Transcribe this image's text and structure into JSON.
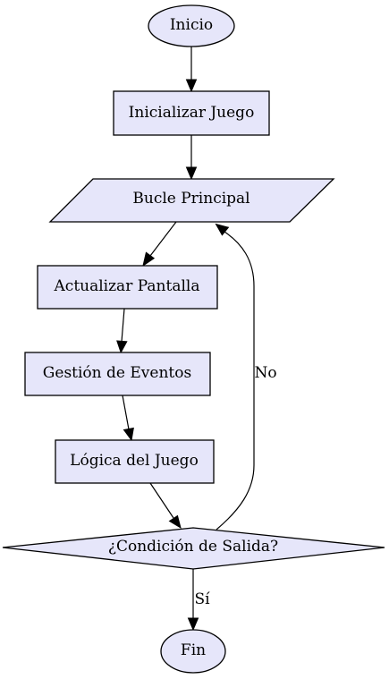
{
  "colors": {
    "node_fill": "#e6e6fa",
    "stroke": "#000000",
    "background": "#ffffff"
  },
  "nodes": {
    "inicio": "Inicio",
    "inicializar": "Inicializar Juego",
    "bucle": "Bucle Principal",
    "actualizar": "Actualizar Pantalla",
    "gestion": "Gestión de Eventos",
    "logica": "Lógica del Juego",
    "condicion": "¿Condición de Salida?",
    "fin": "Fin"
  },
  "edges": {
    "no_label": "No",
    "si_label": "Sí"
  }
}
